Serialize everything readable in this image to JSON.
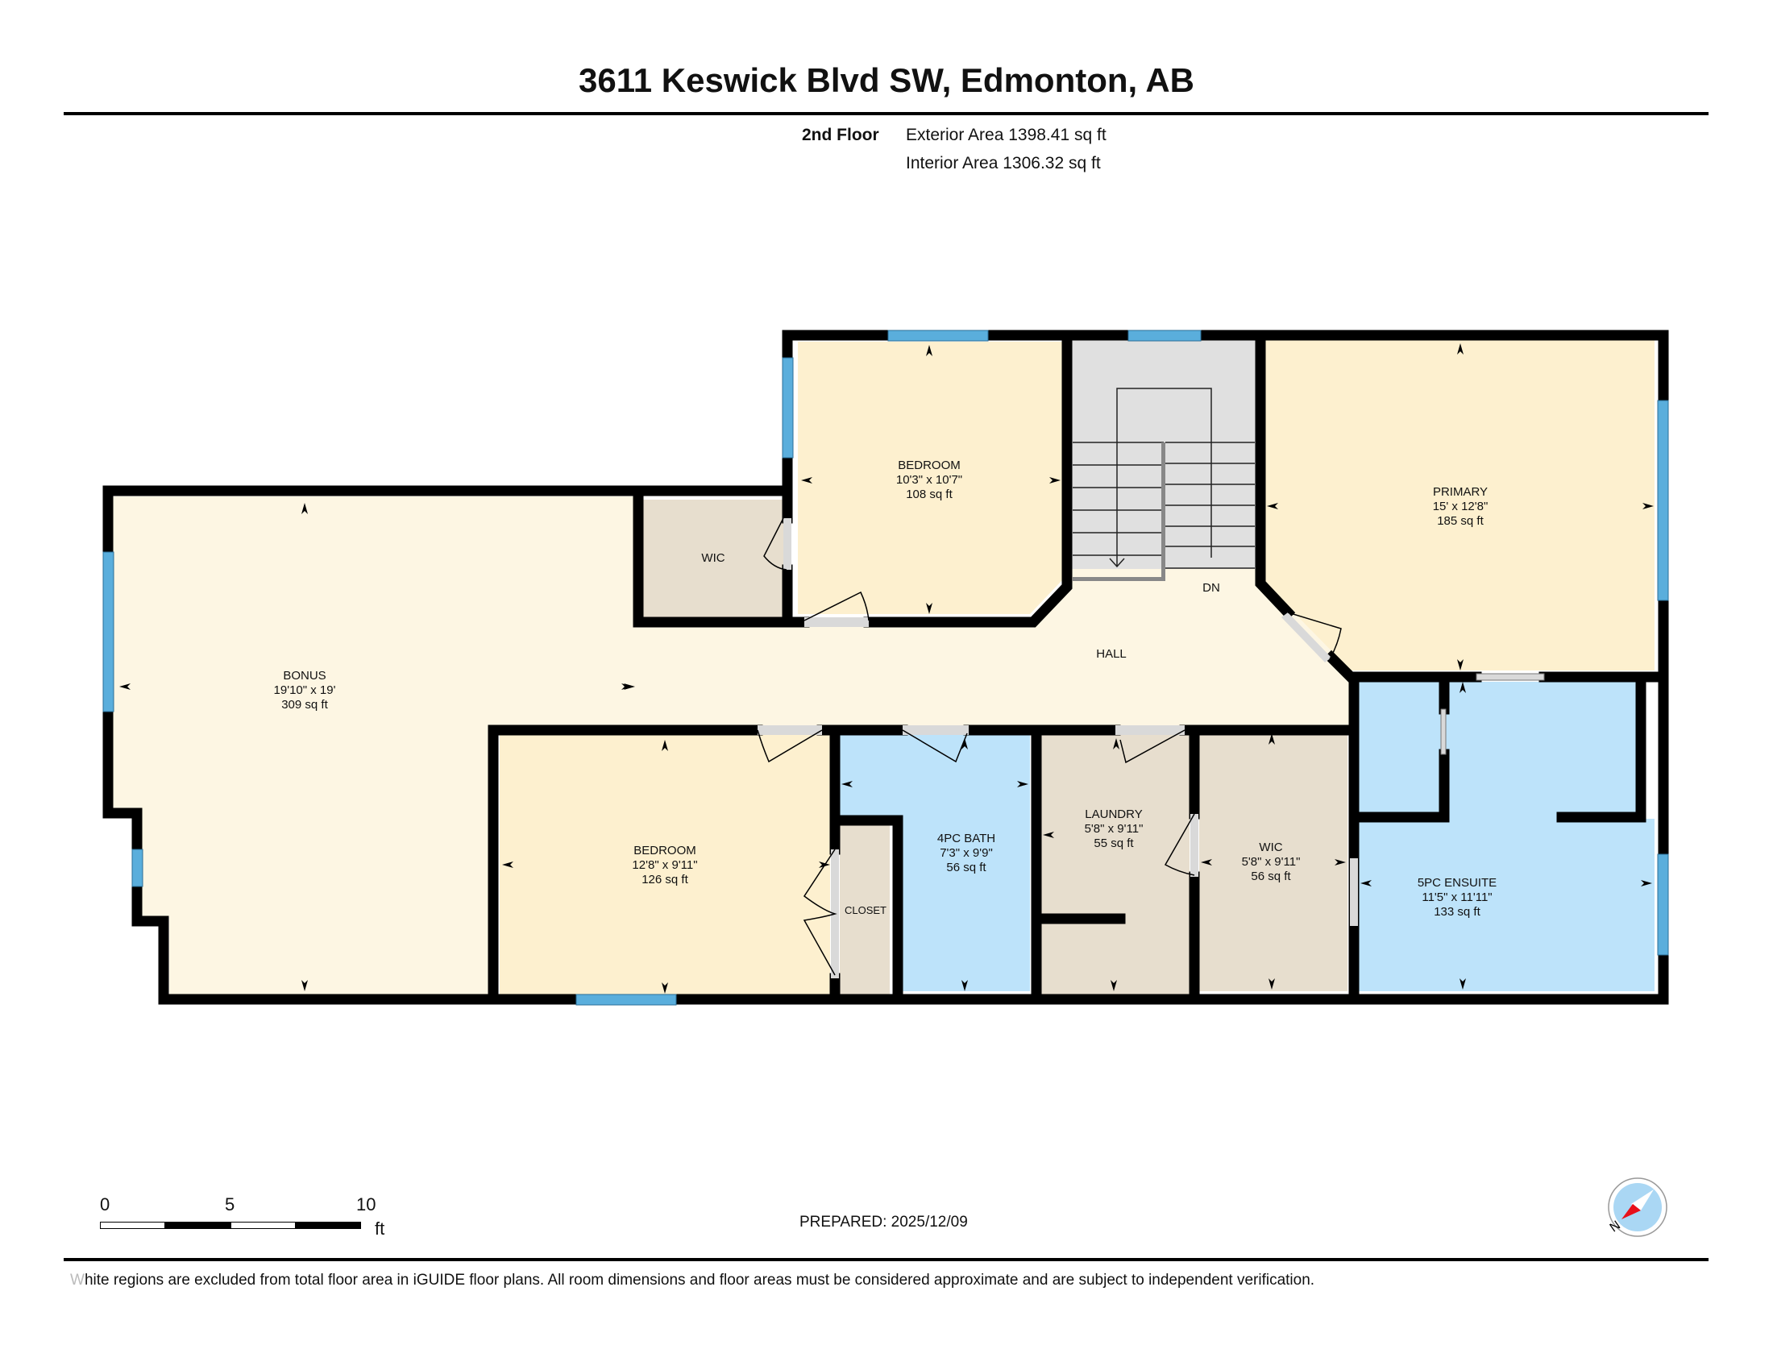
{
  "header": {
    "title": "3611 Keswick Blvd SW, Edmonton, AB",
    "floor_label": "2nd Floor",
    "exterior_area": "Exterior Area 1398.41 sq ft",
    "interior_area": "Interior Area 1306.32 sq ft"
  },
  "colors": {
    "wall": "#000000",
    "window": "#5aaedc",
    "bedroom_fill": "#fdf0cf",
    "hall_fill": "#fdf6e3",
    "bath_fill": "#bde3fa",
    "utility_fill": "#e7dece",
    "stair_fill": "#e0e0e0",
    "door_fill": "#d9d9d9"
  },
  "rooms": {
    "bonus": {
      "name": "BONUS",
      "dims": "19'10\" x 19'",
      "area": "309 sq ft"
    },
    "wic_left": {
      "name": "WIC"
    },
    "bedroom_top": {
      "name": "BEDROOM",
      "dims": "10'3\" x 10'7\"",
      "area": "108 sq ft"
    },
    "stairs": {
      "label": "DN"
    },
    "primary": {
      "name": "PRIMARY",
      "dims": "15' x 12'8\"",
      "area": "185 sq ft"
    },
    "hall": {
      "name": "HALL"
    },
    "bedroom_bottom": {
      "name": "BEDROOM",
      "dims": "12'8\" x 9'11\"",
      "area": "126 sq ft"
    },
    "closet": {
      "name": "CLOSET"
    },
    "bath_4pc": {
      "name": "4PC BATH",
      "dims": "7'3\" x 9'9\"",
      "area": "56 sq ft"
    },
    "laundry": {
      "name": "LAUNDRY",
      "dims": "5'8\" x 9'11\"",
      "area": "55 sq ft"
    },
    "wic_right": {
      "name": "WIC",
      "dims": "5'8\" x 9'11\"",
      "area": "56 sq ft"
    },
    "ensuite_5pc": {
      "name": "5PC ENSUITE",
      "dims": "11'5\" x 11'11\"",
      "area": "133 sq ft"
    }
  },
  "scale": {
    "ticks": [
      "0",
      "5",
      "10"
    ],
    "unit": "ft"
  },
  "footer": {
    "prepared": "PREPARED: 2025/12/09",
    "disclaimer_first": "W",
    "disclaimer_rest": "hite regions are excluded from total floor area in iGUIDE floor plans. All room dimensions and floor areas must be considered approximate and are subject to independent verification."
  },
  "compass": {
    "label": "N",
    "icon": "compass-icon"
  }
}
